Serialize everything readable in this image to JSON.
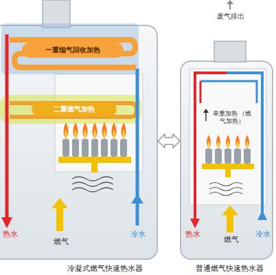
{
  "diagram": {
    "caption": "",
    "nodes": [
      {
        "text": [
          "冷凝式燃气快速热水器"
        ]
      },
      {
        "text": [
          "一重烟气回收加热"
        ],
        "in": 0
      },
      {
        "text": [
          "二重燃气加热"
        ],
        "in": 0
      },
      {
        "text": [
          "普通燃气快速热水器"
        ]
      }
    ],
    "edges": [
      {
        "from": 0,
        "to": 3,
        "arrow": "both"
      }
    ],
    "labels": [
      "热水",
      "燃气",
      "冷水",
      "废气排出",
      "单重加热 （燃气加热）",
      "热水",
      "冷水",
      "燃气"
    ]
  }
}
